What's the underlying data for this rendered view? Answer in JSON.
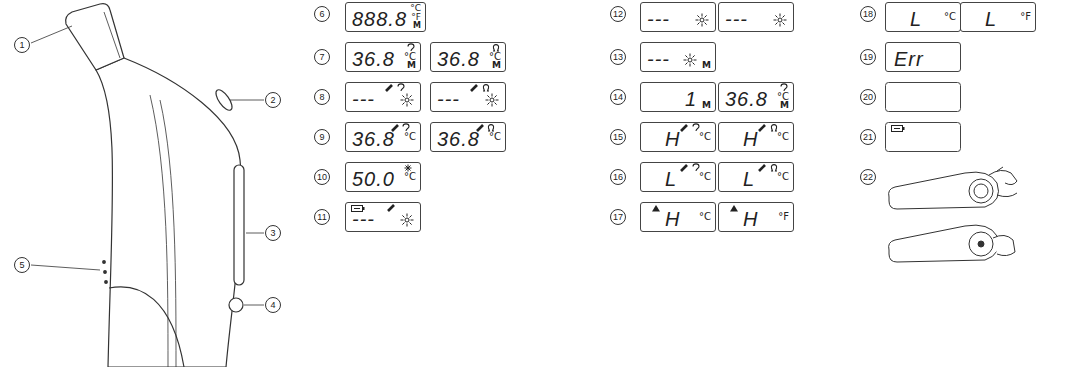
{
  "diagram": {
    "nodes": [
      {
        "text": [
          "888.8",
          "°C",
          "°F",
          "M"
        ]
      },
      {
        "text": [
          "36.8",
          "°C",
          "M"
        ]
      },
      {
        "text": [
          "36.8",
          "°C",
          "M"
        ]
      },
      {
        "text": [
          "---"
        ]
      },
      {
        "text": [
          "---"
        ]
      },
      {
        "text": [
          "36.8",
          "°C"
        ]
      },
      {
        "text": [
          "36.8",
          "°C"
        ]
      },
      {
        "text": [
          "50.0",
          "°C"
        ]
      },
      {
        "text": [
          "---"
        ]
      },
      {
        "text": [
          "---"
        ]
      },
      {
        "text": [
          "---"
        ]
      },
      {
        "text": [
          "---",
          "M"
        ]
      },
      {
        "text": [
          "1",
          "M"
        ]
      },
      {
        "text": [
          "36.8",
          "°C",
          "M"
        ]
      },
      {
        "text": [
          "H",
          "°C"
        ]
      },
      {
        "text": [
          "H",
          "°C"
        ]
      },
      {
        "text": [
          "L",
          "°C"
        ]
      },
      {
        "text": [
          "L",
          "°C"
        ]
      },
      {
        "text": [
          "H",
          "°C"
        ]
      },
      {
        "text": [
          "H",
          "°F"
        ]
      },
      {
        "text": [
          "L",
          "°C"
        ]
      },
      {
        "text": [
          "L",
          "°F"
        ]
      },
      {
        "text": [
          "Err"
        ]
      }
    ],
    "labels": [
      "1",
      "2",
      "3",
      "4",
      "5",
      "6",
      "7",
      "8",
      "9",
      "10",
      "11",
      "12",
      "13",
      "14",
      "15",
      "16",
      "17",
      "18",
      "19",
      "20",
      "21",
      "22"
    ]
  }
}
